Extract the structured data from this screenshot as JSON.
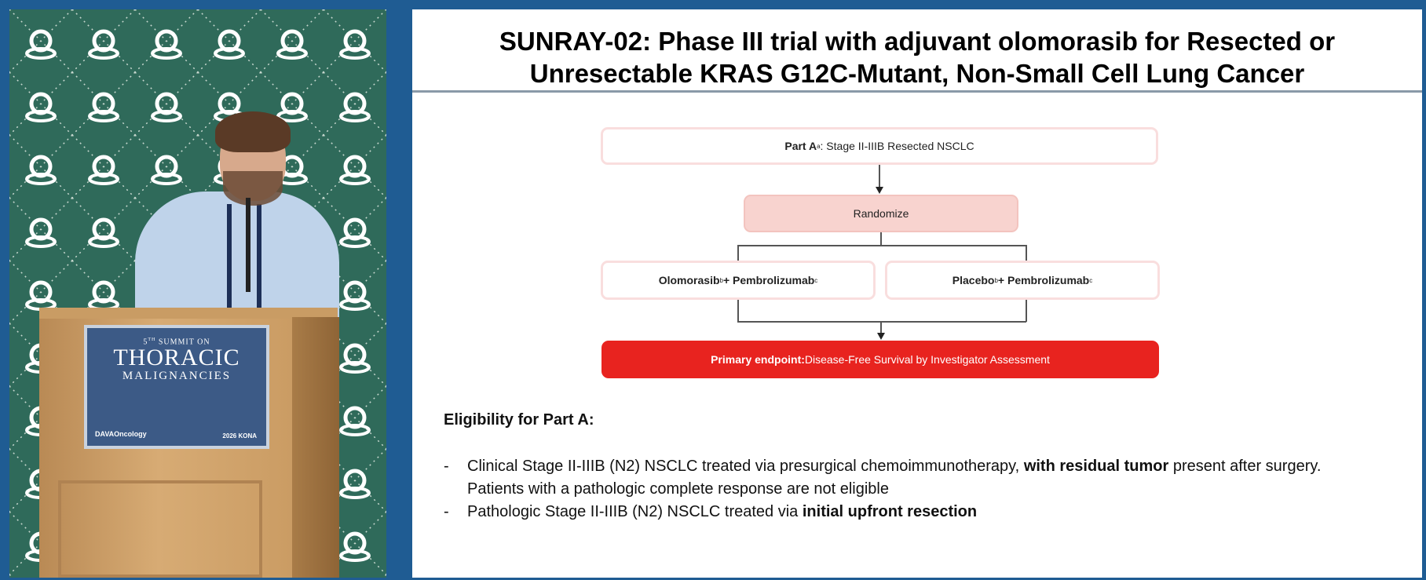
{
  "video": {
    "sign": {
      "ordinal": "5",
      "ordinal_suffix": "TH",
      "line1": "SUMMIT ON",
      "line2": "THORACIC",
      "line3": "MALIGNANCIES",
      "left_logo": "DAVAOncology",
      "right_logo": "2026 KONA"
    }
  },
  "slide": {
    "title_line1": "SUNRAY-02: Phase III trial with adjuvant olomorasib for  Resected or",
    "title_line2": "Unresectable KRAS G12C-Mutant, Non-Small Cell Lung Cancer",
    "diagram": {
      "part_a_bold": "Part A",
      "part_a_sup": "a",
      "part_a_text": ": Stage II-IIIB Resected NSCLC",
      "randomize": "Randomize",
      "arm1_drug": "Olomorasib",
      "arm1_sup1": "b",
      "arm1_plus": " + Pembrolizumab",
      "arm1_sup2": "c",
      "arm2_drug": "Placebo",
      "arm2_sup1": "b",
      "arm2_plus": " + Pembrolizumab",
      "arm2_sup2": "c",
      "primary_bold": "Primary endpoint:",
      "primary_text": " Disease-Free Survival by Investigator Assessment"
    },
    "eligibility_heading": "Eligibility for Part A:",
    "bullets": {
      "b1_pre": "Clinical Stage II-IIIB (N2) NSCLC treated via presurgical chemoimmunotherapy, ",
      "b1_bold": "with residual tumor",
      "b1_post": " present after surgery.",
      "b1_line2": "Patients with a pathologic complete response are not eligible",
      "b2_pre": "Pathologic Stage II-IIIB (N2) NSCLC treated via ",
      "b2_bold": "initial upfront resection",
      "dash": "-"
    }
  },
  "colors": {
    "frame": "#1f5c93",
    "backdrop": "#2f6a5a",
    "randomize_fill": "#f8d3cf",
    "primary_fill": "#e8231f"
  }
}
